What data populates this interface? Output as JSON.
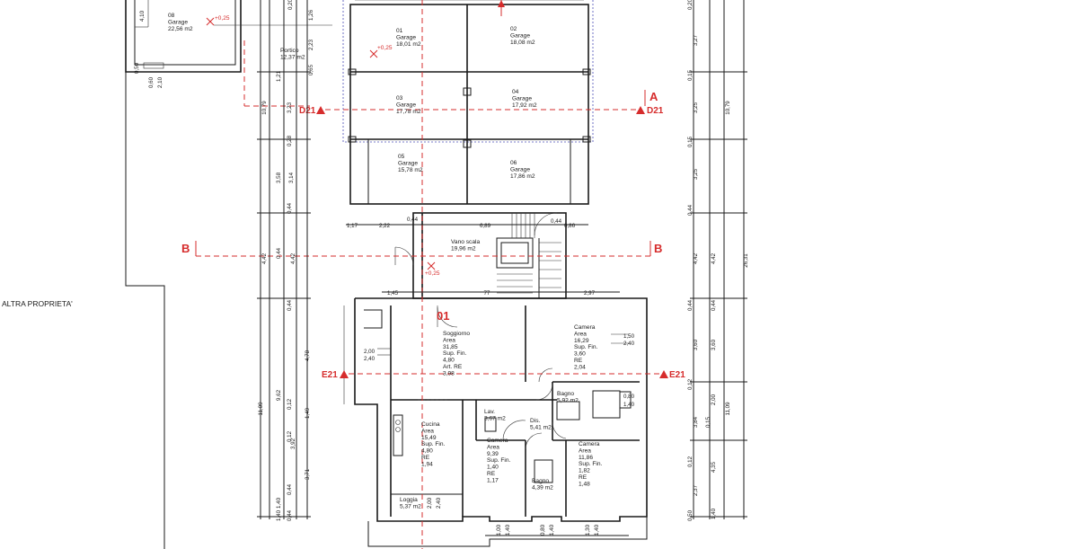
{
  "neighbor_label": "ALTRA PROPRIETA'",
  "rooms": [
    {
      "id": "r08",
      "lines": [
        "08",
        "Garage",
        "22,56 m2"
      ]
    },
    {
      "id": "r01",
      "lines": [
        "01",
        "Garage",
        "18,01 m2"
      ]
    },
    {
      "id": "r02",
      "lines": [
        "02",
        "Garage",
        "18,08 m2"
      ]
    },
    {
      "id": "r03",
      "lines": [
        "03",
        "Garage",
        "17,78 m2"
      ]
    },
    {
      "id": "r04",
      "lines": [
        "04",
        "Garage",
        "17,92 m2"
      ]
    },
    {
      "id": "r05",
      "lines": [
        "05",
        "Garage",
        "15,78 m2"
      ]
    },
    {
      "id": "r06",
      "lines": [
        "06",
        "Garage",
        "17,86 m2"
      ]
    },
    {
      "id": "rportico",
      "lines": [
        "Portico",
        "12,37 m2"
      ]
    },
    {
      "id": "rvano",
      "lines": [
        "Vano scala",
        "19,96 m2"
      ]
    },
    {
      "id": "rsogg",
      "lines": [
        "Soggiorno",
        "Area",
        "31,85",
        "Sup. Fin.",
        "4,80",
        "Art. RE",
        "3,98"
      ]
    },
    {
      "id": "rcam1",
      "lines": [
        "Camera",
        "Area",
        "16,29",
        "Sup. Fin.",
        "3,60",
        "RE",
        "2,04"
      ]
    },
    {
      "id": "rbagno1",
      "lines": [
        "Bagno",
        "5,92 m2"
      ]
    },
    {
      "id": "rlav",
      "lines": [
        "Lav.",
        "3,67 m2"
      ]
    },
    {
      "id": "rdis",
      "lines": [
        "Dis.",
        "5,41 m2"
      ]
    },
    {
      "id": "rcucina",
      "lines": [
        "Cucina",
        "Area",
        "15,49",
        "Sup. Fin.",
        "4,80",
        "RE",
        "1,94"
      ]
    },
    {
      "id": "rcam2",
      "lines": [
        "Camera",
        "Area",
        "9,39",
        "Sup. Fin.",
        "1,40",
        "RE",
        "1,17"
      ]
    },
    {
      "id": "rcam3",
      "lines": [
        "Camera",
        "Area",
        "11,86",
        "Sup. Fin.",
        "1,82",
        "RE",
        "1,48"
      ]
    },
    {
      "id": "rbagno2",
      "lines": [
        "Bagno",
        "4,39 m2"
      ]
    },
    {
      "id": "rloggia",
      "lines": [
        "Loggia",
        "5,37 m2"
      ]
    }
  ],
  "sections": {
    "A": "A",
    "B": "B",
    "D21": "D21",
    "E21": "E21",
    "unit": "01"
  },
  "levels": {
    "lev1": "+0,25",
    "lev2": "+0,25",
    "lev3": "+0,25"
  },
  "dims": {
    "d410": "4,10",
    "d050": "0,50",
    "d060": "0,60",
    "d210": "2,10",
    "d020a": "0,20",
    "d126": "1,26",
    "d223": "2,23",
    "d121": "1,21",
    "d065": "0,65",
    "d1079a": "10,79",
    "d028": "0,28",
    "d323": "3,23",
    "d358": "3,58",
    "d314": "3,14",
    "d044a": "0,44",
    "d442a": "4,42",
    "d442b": "4,42",
    "d044b": "0,44",
    "d044c": "0,44",
    "d1109a": "11,09",
    "d962": "9,62",
    "d478": "4,78",
    "d012a": "0,12",
    "d149": "1,49",
    "d012b": "0,12",
    "d392": "3,92",
    "d371": "3,71",
    "d140a": "1,40",
    "d044d": "0,44",
    "d140b": "1,40",
    "d044e": "0,44",
    "d117": "1,17",
    "d222": "2,22",
    "d044f": "0,44",
    "d689": "6,89",
    "d044g": "0,44",
    "d086": "0,86",
    "d145": "1,45",
    "d077": "77",
    "d297": "2,97",
    "d200a": "2,00",
    "d240a": "2,40",
    "d150": "1,50",
    "d240b": "2,40",
    "d080": "0,80",
    "d140c": "1,40",
    "d200b": "2,00",
    "d240c": "2,40",
    "d100": "1,00",
    "d140d": "1,40",
    "d080b": "0,80",
    "d140e": "1,40",
    "d130": "1,30",
    "d140f": "1,40",
    "r020": "0,20",
    "r327": "3,27",
    "r015a": "0,15",
    "r325a": "3,25",
    "r015b": "0,15",
    "r325b": "3,25",
    "r044a": "0,44",
    "r442a": "4,42",
    "r044b": "0,44",
    "r360a": "3,60",
    "r012a": "0,12",
    "r384": "3,84",
    "r012b": "0,12",
    "r237": "2,37",
    "r050": "0,50",
    "r1079": "10,79",
    "r442b": "4,42",
    "r044c": "0,44",
    "r360b": "3,60",
    "r200": "2,00",
    "r015c": "0,15",
    "r435": "4,35",
    "r140": "1,40",
    "r1109": "11,09",
    "r2631": "26,31"
  }
}
